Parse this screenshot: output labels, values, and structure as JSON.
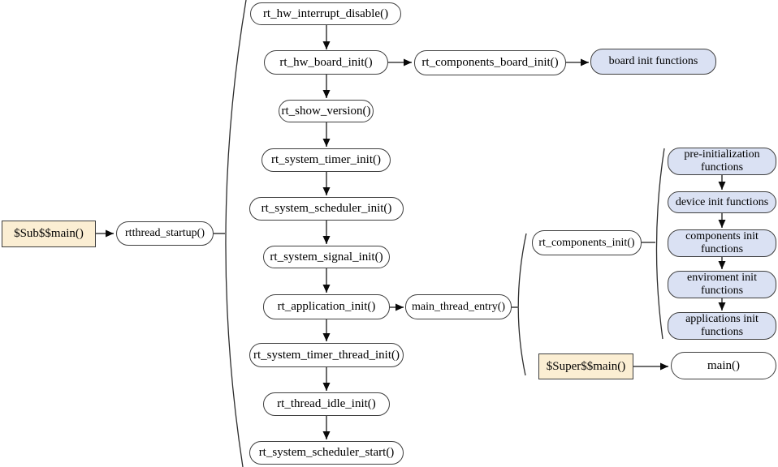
{
  "palette": {
    "node_fill": "#ffffff",
    "blue_fill": "#dae1f3",
    "tan_fill": "#fbeed3",
    "border": "#3f3f3f",
    "line": "#5a5a5a",
    "arrowhead": "#0a0a0a"
  },
  "nodes": {
    "sub_main": "$Sub$$main()",
    "rtthread_startup": "rtthread_startup()",
    "rt_components_board_init": "rt_components_board_init()",
    "board_init_functions": "board init functions",
    "main_thread_entry": "main_thread_entry()",
    "rt_components_init": "rt_components_init()",
    "super_main": "$Super$$main()",
    "main": "main()"
  },
  "startup_steps": [
    "rt_hw_interrupt_disable()",
    "rt_hw_board_init()",
    "rt_show_version()",
    "rt_system_timer_init()",
    "rt_system_scheduler_init()",
    "rt_system_signal_init()",
    "rt_application_init()",
    "rt_system_timer_thread_init()",
    "rt_thread_idle_init()",
    "rt_system_scheduler_start()"
  ],
  "component_init_groups": [
    "pre-initialization functions",
    "device init functions",
    "components init functions",
    "enviroment init functions",
    "applications init functions"
  ]
}
